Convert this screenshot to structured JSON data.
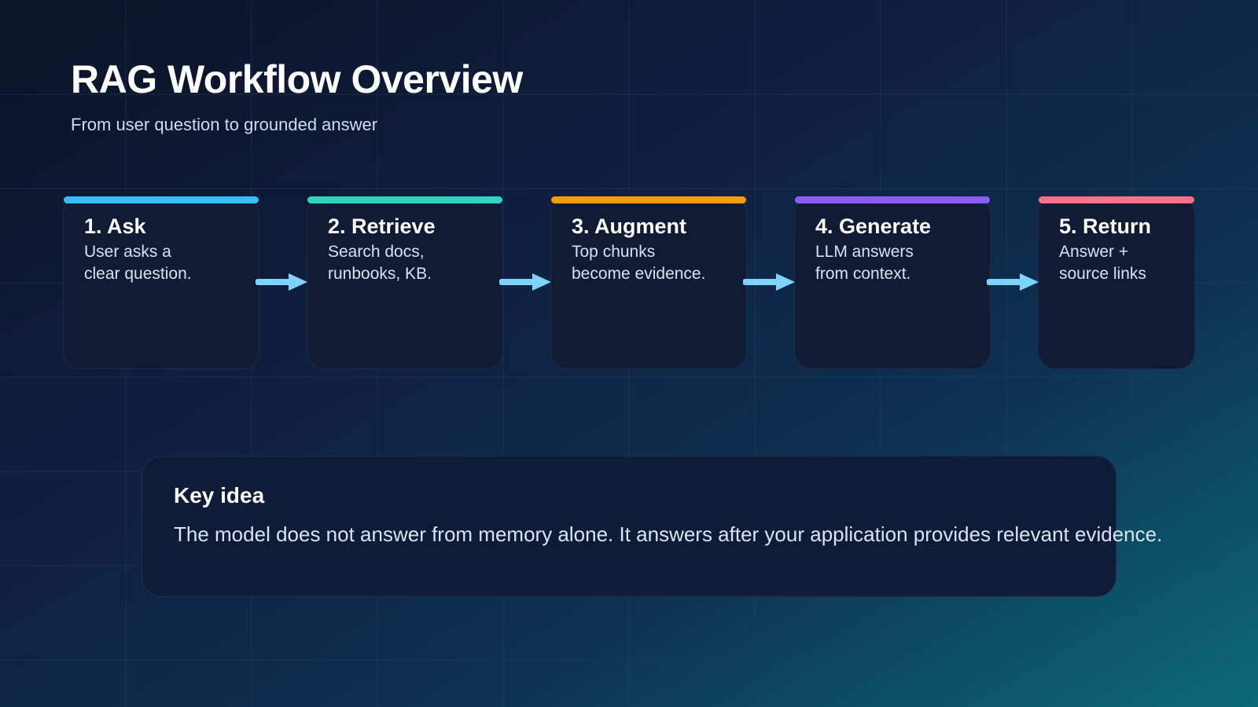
{
  "title": "RAG Workflow Overview",
  "subtitle": "From user question to grounded answer",
  "steps": [
    {
      "title": "1. Ask",
      "line1": "User asks a",
      "line2": "clear question.",
      "accent": "#38bdf8"
    },
    {
      "title": "2. Retrieve",
      "line1": "Search docs,",
      "line2": "runbooks, KB.",
      "accent": "#2dd4bf"
    },
    {
      "title": "3. Augment",
      "line1": "Top chunks",
      "line2": "become evidence.",
      "accent": "#f59e0b"
    },
    {
      "title": "4. Generate",
      "line1": "LLM answers",
      "line2": "from context.",
      "accent": "#8b5cf6"
    },
    {
      "title": "5. Return",
      "line1": "Answer +",
      "line2": "source links",
      "accent": "#fb7185"
    }
  ],
  "key_idea": {
    "title": "Key idea",
    "text": "The model does not answer from memory alone. It answers after your application provides relevant evidence."
  },
  "colors": {
    "arrow": "#7dd3fc",
    "card_bg": "#111b33",
    "grid_line": "#2a4468"
  }
}
